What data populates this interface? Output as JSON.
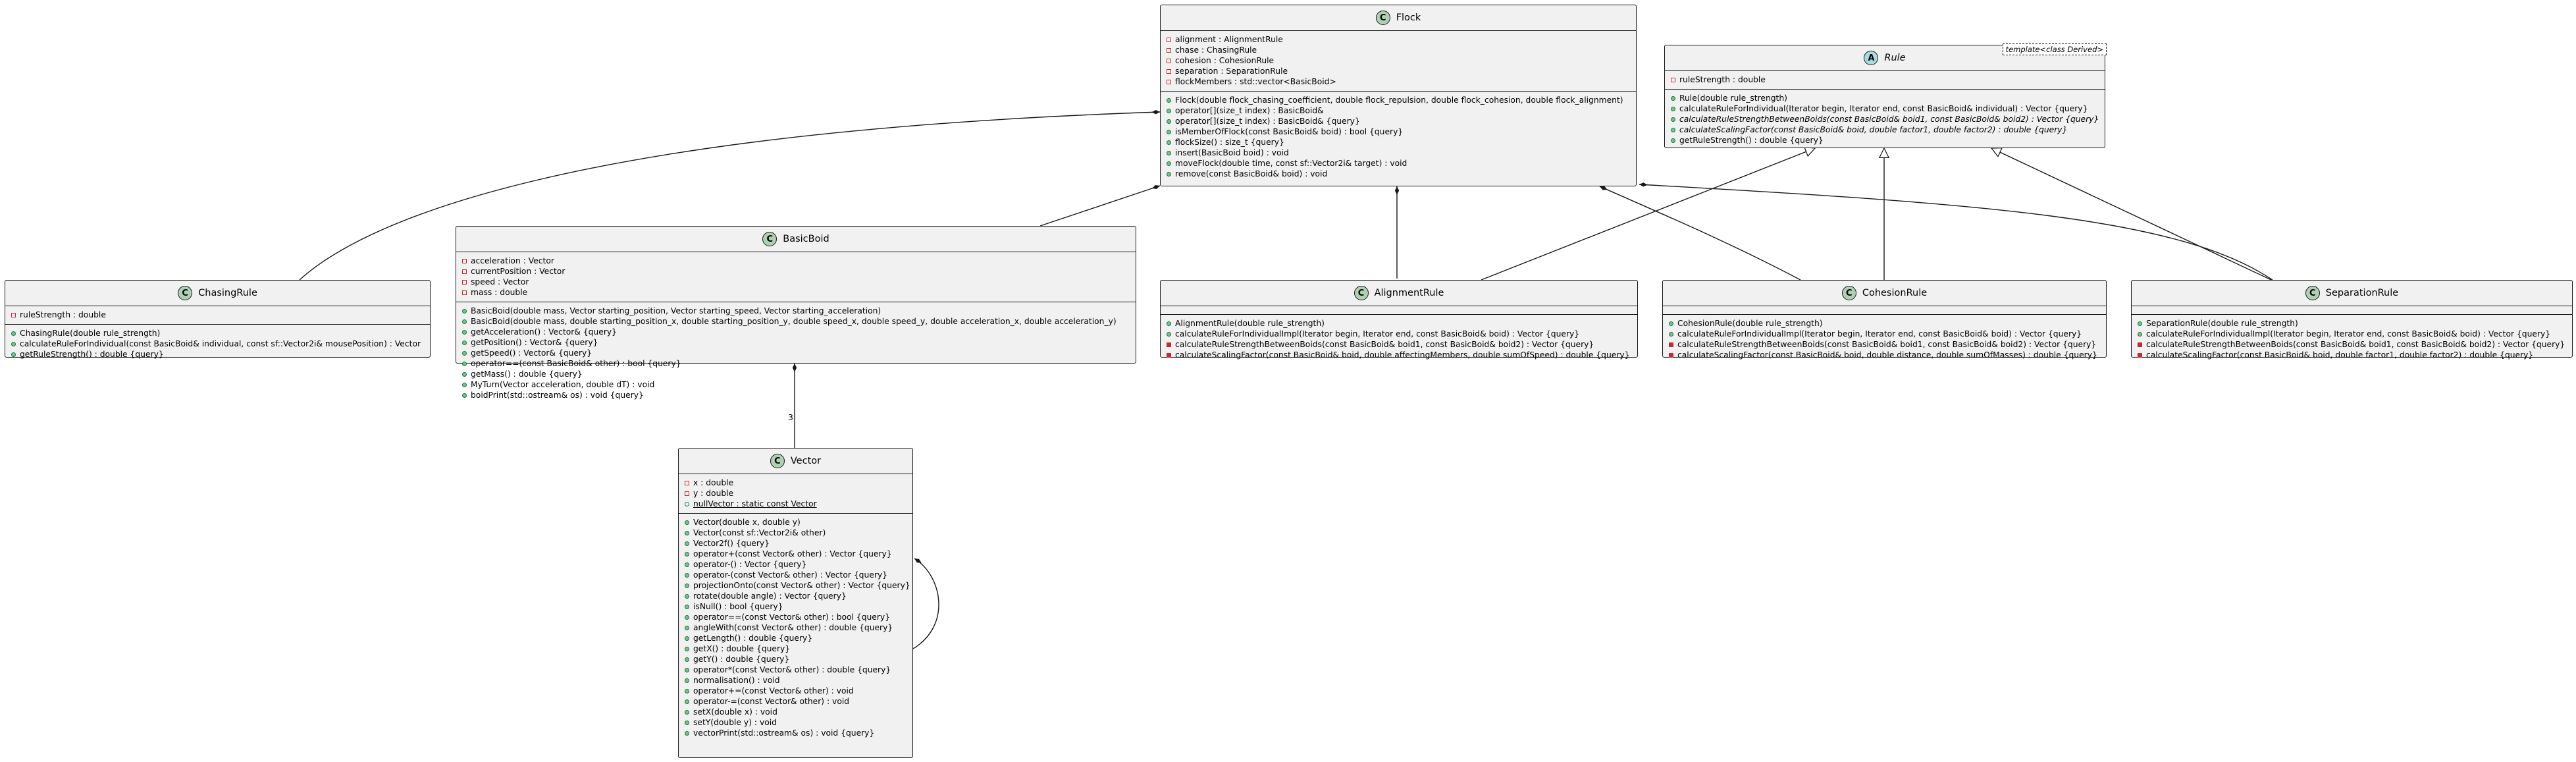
{
  "classes": {
    "flock": {
      "kind": "C",
      "name": "Flock",
      "attributes": [
        {
          "vis": "private",
          "text": "alignment : AlignmentRule"
        },
        {
          "vis": "private",
          "text": "chase : ChasingRule"
        },
        {
          "vis": "private",
          "text": "cohesion : CohesionRule"
        },
        {
          "vis": "private",
          "text": "separation : SeparationRule"
        },
        {
          "vis": "private",
          "text": "flockMembers : std::vector<BasicBoid>"
        }
      ],
      "methods": [
        {
          "vis": "public",
          "text": "Flock(double flock_chasing_coefficient, double flock_repulsion, double flock_cohesion, double flock_alignment)"
        },
        {
          "vis": "public",
          "text": "operator[](size_t index) : BasicBoid&"
        },
        {
          "vis": "public",
          "text": "operator[](size_t index) : BasicBoid& {query}"
        },
        {
          "vis": "public",
          "text": "isMemberOfFlock(const BasicBoid& boid) : bool {query}"
        },
        {
          "vis": "public",
          "text": "flockSize() : size_t {query}"
        },
        {
          "vis": "public",
          "text": "insert(BasicBoid boid) : void"
        },
        {
          "vis": "public",
          "text": "moveFlock(double time, const sf::Vector2i& target) : void"
        },
        {
          "vis": "public",
          "text": "remove(const BasicBoid& boid) : void"
        }
      ]
    },
    "rule": {
      "kind": "A",
      "name": "Rule",
      "template": "template<class Derived>",
      "attributes": [
        {
          "vis": "private",
          "text": "ruleStrength : double"
        }
      ],
      "methods": [
        {
          "vis": "public",
          "text": "Rule(double rule_strength)"
        },
        {
          "vis": "public",
          "text": "calculateRuleForIndividual(Iterator begin, Iterator end, const BasicBoid& individual) : Vector {query}"
        },
        {
          "vis": "public",
          "text": "calculateRuleStrengthBetweenBoids(const BasicBoid& boid1, const BasicBoid& boid2) : Vector {query}",
          "italic": true
        },
        {
          "vis": "public",
          "text": "calculateScalingFactor(const BasicBoid& boid, double factor1, double factor2) : double {query}",
          "italic": true
        },
        {
          "vis": "public",
          "text": "getRuleStrength() : double {query}"
        }
      ]
    },
    "chasing": {
      "kind": "C",
      "name": "ChasingRule",
      "attributes": [
        {
          "vis": "private",
          "text": "ruleStrength : double"
        }
      ],
      "methods": [
        {
          "vis": "public",
          "text": "ChasingRule(double rule_strength)"
        },
        {
          "vis": "public",
          "text": "calculateRuleForIndividual(const BasicBoid& individual, const sf::Vector2i& mousePosition) : Vector"
        },
        {
          "vis": "public",
          "text": "getRuleStrength() : double {query}"
        }
      ]
    },
    "basicboid": {
      "kind": "C",
      "name": "BasicBoid",
      "attributes": [
        {
          "vis": "private",
          "text": "acceleration : Vector"
        },
        {
          "vis": "private",
          "text": "currentPosition : Vector"
        },
        {
          "vis": "private",
          "text": "speed : Vector"
        },
        {
          "vis": "private",
          "text": "mass : double"
        }
      ],
      "methods": [
        {
          "vis": "public",
          "text": "BasicBoid(double mass, Vector starting_position, Vector starting_speed, Vector starting_acceleration)"
        },
        {
          "vis": "public",
          "text": "BasicBoid(double mass, double starting_position_x, double starting_position_y, double speed_x, double speed_y, double acceleration_x, double acceleration_y)"
        },
        {
          "vis": "public",
          "text": "getAcceleration() : Vector& {query}"
        },
        {
          "vis": "public",
          "text": "getPosition() : Vector& {query}"
        },
        {
          "vis": "public",
          "text": "getSpeed() : Vector& {query}"
        },
        {
          "vis": "public",
          "text": "operator==(const BasicBoid& other) : bool {query}"
        },
        {
          "vis": "public",
          "text": "getMass() : double {query}"
        },
        {
          "vis": "public",
          "text": "MyTurn(Vector acceleration, double dT) : void"
        },
        {
          "vis": "public",
          "text": "boidPrint(std::ostream& os) : void {query}"
        }
      ]
    },
    "alignment": {
      "kind": "C",
      "name": "AlignmentRule",
      "attributes": [],
      "methods": [
        {
          "vis": "public",
          "text": "AlignmentRule(double rule_strength)"
        },
        {
          "vis": "public",
          "text": "calculateRuleForIndividualImpl(Iterator begin, Iterator end, const BasicBoid& boid) : Vector {query}"
        },
        {
          "vis": "private",
          "text": "calculateRuleStrengthBetweenBoids(const BasicBoid& boid1, const BasicBoid& boid2) : Vector {query}"
        },
        {
          "vis": "private",
          "text": "calculateScalingFactor(const BasicBoid& boid, double affectingMembers, double sumOfSpeed) : double {query}"
        }
      ]
    },
    "cohesion": {
      "kind": "C",
      "name": "CohesionRule",
      "attributes": [],
      "methods": [
        {
          "vis": "public",
          "text": "CohesionRule(double rule_strength)"
        },
        {
          "vis": "public",
          "text": "calculateRuleForIndividualImpl(Iterator begin, Iterator end, const BasicBoid& boid) : Vector {query}"
        },
        {
          "vis": "private",
          "text": "calculateRuleStrengthBetweenBoids(const BasicBoid& boid1, const BasicBoid& boid2) : Vector {query}"
        },
        {
          "vis": "private",
          "text": "calculateScalingFactor(const BasicBoid& boid, double distance, double sumOfMasses) : double {query}"
        }
      ]
    },
    "separation": {
      "kind": "C",
      "name": "SeparationRule",
      "attributes": [],
      "methods": [
        {
          "vis": "public",
          "text": "SeparationRule(double rule_strength)"
        },
        {
          "vis": "public",
          "text": "calculateRuleForIndividualImpl(Iterator begin, Iterator end, const BasicBoid& boid) : Vector {query}"
        },
        {
          "vis": "private",
          "text": "calculateRuleStrengthBetweenBoids(const BasicBoid& boid1, const BasicBoid& boid2) : Vector {query}"
        },
        {
          "vis": "private",
          "text": "calculateScalingFactor(const BasicBoid& boid, double factor1, double factor2) : double {query}"
        }
      ]
    },
    "vector": {
      "kind": "C",
      "name": "Vector",
      "attributes": [
        {
          "vis": "private",
          "text": "x : double"
        },
        {
          "vis": "private",
          "text": "y : double"
        },
        {
          "vis": "public",
          "text": "nullVector : static const Vector",
          "underline": true
        }
      ],
      "methods": [
        {
          "vis": "public",
          "text": "Vector(double x, double y)"
        },
        {
          "vis": "public",
          "text": "Vector(const sf::Vector2i& other)"
        },
        {
          "vis": "public",
          "text": "Vector2f() {query}"
        },
        {
          "vis": "public",
          "text": "operator+(const Vector& other) : Vector {query}"
        },
        {
          "vis": "public",
          "text": "operator-() : Vector {query}"
        },
        {
          "vis": "public",
          "text": "operator-(const Vector& other) : Vector {query}"
        },
        {
          "vis": "public",
          "text": "projectionOnto(const Vector& other) : Vector {query}"
        },
        {
          "vis": "public",
          "text": "rotate(double angle) : Vector {query}"
        },
        {
          "vis": "public",
          "text": "isNull() : bool {query}"
        },
        {
          "vis": "public",
          "text": "operator==(const Vector& other) : bool {query}"
        },
        {
          "vis": "public",
          "text": "angleWith(const Vector& other) : double {query}"
        },
        {
          "vis": "public",
          "text": "getLength() : double {query}"
        },
        {
          "vis": "public",
          "text": "getX() : double {query}"
        },
        {
          "vis": "public",
          "text": "getY() : double {query}"
        },
        {
          "vis": "public",
          "text": "operator*(const Vector& other) : double {query}"
        },
        {
          "vis": "public",
          "text": "normalisation() : void"
        },
        {
          "vis": "public",
          "text": "operator+=(const Vector& other) : void"
        },
        {
          "vis": "public",
          "text": "operator-=(const Vector& other) : void"
        },
        {
          "vis": "public",
          "text": "setX(double x) : void"
        },
        {
          "vis": "public",
          "text": "setY(double y) : void"
        },
        {
          "vis": "public",
          "text": "vectorPrint(std::ostream& os) : void {query}"
        }
      ]
    }
  },
  "multiplicity": {
    "basicboid_vector": "3"
  },
  "colors": {
    "class_fill": "#f1f1f1",
    "border": "#181818",
    "class_icon": "#ADD1B2",
    "abstract_icon": "#A9DCDF",
    "private": "#C82930",
    "public": "#038048"
  }
}
